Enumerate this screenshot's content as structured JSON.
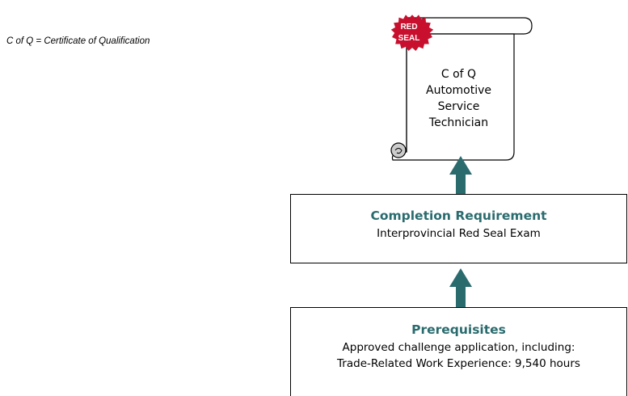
{
  "footnote": "C of Q = Certificate of Qualification",
  "certificate": {
    "seal_line1": "RED",
    "seal_line2": "SEAL",
    "lines": [
      "C of Q",
      "Automotive",
      "Service",
      "Technician"
    ]
  },
  "completion": {
    "title": "Completion Requirement",
    "line": "Interprovincial Red Seal Exam"
  },
  "prerequisites": {
    "title": "Prerequisites",
    "lines": [
      "Approved challenge application, including:",
      "Trade-Related Work Experience: 9,540 hours"
    ]
  },
  "colors": {
    "accent": "#2a6b6e",
    "seal": "#c8102e",
    "scroll_curl": "#cccccc"
  }
}
